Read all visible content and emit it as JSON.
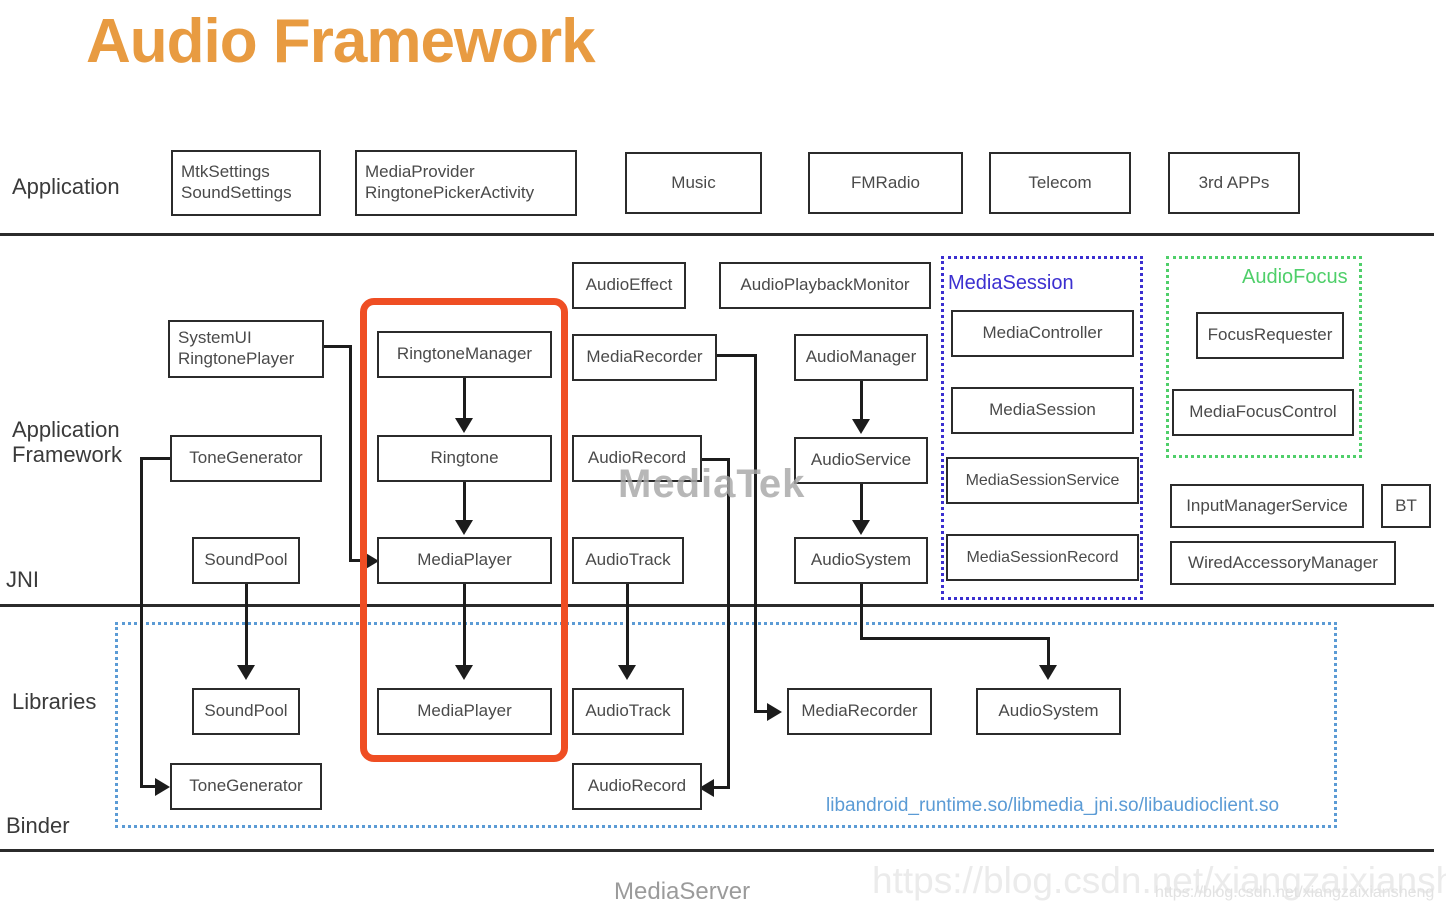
{
  "title": "Audio Framework",
  "accent_colors": {
    "title": "#E89B41",
    "highlight": "#EF4E23",
    "mediasession": "#3B2FD0",
    "audiofocus": "#4FCF6A",
    "libraries": "#5B9BD5"
  },
  "layers": [
    {
      "id": "application",
      "label": "Application"
    },
    {
      "id": "app-framework",
      "label": "Application\nFramework"
    },
    {
      "id": "jni",
      "label": "JNI"
    },
    {
      "id": "libraries",
      "label": "Libraries"
    },
    {
      "id": "binder",
      "label": "Binder"
    }
  ],
  "application_row": [
    {
      "id": "mtksettings",
      "label": "MtkSettings\n  SoundSettings"
    },
    {
      "id": "mediaprovider",
      "label": "MediaProvider\n  RingtonePickerActivity"
    },
    {
      "id": "music",
      "label": "Music"
    },
    {
      "id": "fmradio",
      "label": "FMRadio"
    },
    {
      "id": "telecom",
      "label": "Telecom"
    },
    {
      "id": "3rdapps",
      "label": "3rd APPs"
    }
  ],
  "framework_nodes": [
    {
      "id": "systemui",
      "label": "SystemUI\nRingtonePlayer"
    },
    {
      "id": "tonegenerator-fw",
      "label": "ToneGenerator"
    },
    {
      "id": "soundpool-fw",
      "label": "SoundPool"
    },
    {
      "id": "ringtonemanager",
      "label": "RingtoneManager"
    },
    {
      "id": "ringtone",
      "label": "Ringtone"
    },
    {
      "id": "mediaplayer-fw",
      "label": "MediaPlayer"
    },
    {
      "id": "audioeffect",
      "label": "AudioEffect"
    },
    {
      "id": "mediarecorder-fw",
      "label": "MediaRecorder"
    },
    {
      "id": "audiorecord-fw",
      "label": "AudioRecord"
    },
    {
      "id": "audiotrack-fw",
      "label": "AudioTrack"
    },
    {
      "id": "audioplaybackmonitor",
      "label": "AudioPlaybackMonitor"
    },
    {
      "id": "audiomanager",
      "label": "AudioManager"
    },
    {
      "id": "audioservice",
      "label": "AudioService"
    },
    {
      "id": "audiosystem-fw",
      "label": "AudioSystem"
    },
    {
      "id": "inputmanagerservice",
      "label": "InputManagerService"
    },
    {
      "id": "bt",
      "label": "BT"
    },
    {
      "id": "wiredaccessorymanager",
      "label": "WiredAccessoryManager"
    }
  ],
  "mediasession_group": {
    "title": "MediaSession",
    "nodes": [
      {
        "id": "mediacontroller",
        "label": "MediaController"
      },
      {
        "id": "mediasession",
        "label": "MediaSession"
      },
      {
        "id": "mediasessionservice",
        "label": "MediaSessionService"
      },
      {
        "id": "mediasessionrecord",
        "label": "MediaSessionRecord"
      }
    ]
  },
  "audiofocus_group": {
    "title": "AudioFocus",
    "nodes": [
      {
        "id": "focusrequester",
        "label": "FocusRequester"
      },
      {
        "id": "mediafocuscontrol",
        "label": "MediaFocusControl"
      }
    ]
  },
  "libraries_group": {
    "note": "libandroid_runtime.so/libmedia_jni.so/libaudioclient.so",
    "nodes": [
      {
        "id": "soundpool-lib",
        "label": "SoundPool"
      },
      {
        "id": "tonegenerator-lib",
        "label": "ToneGenerator"
      },
      {
        "id": "mediaplayer-lib",
        "label": "MediaPlayer"
      },
      {
        "id": "audiotrack-lib",
        "label": "AudioTrack"
      },
      {
        "id": "audiorecord-lib",
        "label": "AudioRecord"
      },
      {
        "id": "mediarecorder-lib",
        "label": "MediaRecorder"
      },
      {
        "id": "audiosystem-lib",
        "label": "AudioSystem"
      }
    ]
  },
  "watermarks": {
    "mediatek": "MediaTek",
    "mediaserver": "MediaServer",
    "url_large": "https://blog.csdn.net/xiangzaixiansheng",
    "url_small": "https://blog.csdn.net/xiangzaixiansheng"
  }
}
